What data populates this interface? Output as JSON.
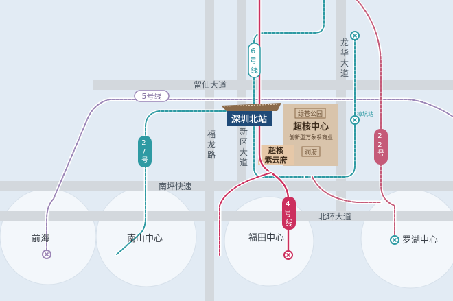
{
  "colors": {
    "background": "#e2ebf4",
    "road": "#d3d8dd",
    "district_circle": "#f3f7fb",
    "line_4": "#cc2f5e",
    "line_6": "#2e9aa3",
    "line_5": "#9b85b6",
    "line_22": "#c55a78",
    "line_27": "#2e9aa3",
    "station_label_bg": "#1f4a78",
    "development_block": "#d9c4ab",
    "highlight_block": "#e6c8a8"
  },
  "station": {
    "name": "深圳北站",
    "icon": "station-canopy-icon"
  },
  "roads": [
    {
      "id": "liuxian",
      "label": "留仙大道"
    },
    {
      "id": "nanping",
      "label": "南坪快速"
    },
    {
      "id": "beihuan",
      "label": "北环大道"
    },
    {
      "id": "fulong",
      "label": "福龙路"
    },
    {
      "id": "xinqu",
      "label": "新区大道"
    },
    {
      "id": "longhua",
      "label": "龙华大道"
    }
  ],
  "metro_lines": [
    {
      "id": "line5",
      "label": "5号线"
    },
    {
      "id": "line6",
      "label": "6号线"
    },
    {
      "id": "line27",
      "label": "27号线"
    },
    {
      "id": "line4",
      "label": "4号线"
    },
    {
      "id": "line22",
      "label": "22号线"
    }
  ],
  "districts": [
    {
      "id": "qianhai",
      "label": "前海"
    },
    {
      "id": "nanshan",
      "label": "南山中心"
    },
    {
      "id": "futian",
      "label": "福田中心"
    },
    {
      "id": "luohu",
      "label": "罗湖中心"
    }
  ],
  "small_station": {
    "label": "樟坑站"
  },
  "core": {
    "tag": "绿苍公园",
    "title": "超核中心",
    "subtitle": "创新型万象系商业",
    "badge": "润府"
  },
  "project": {
    "line1": "超核",
    "line2": "紫云府"
  }
}
